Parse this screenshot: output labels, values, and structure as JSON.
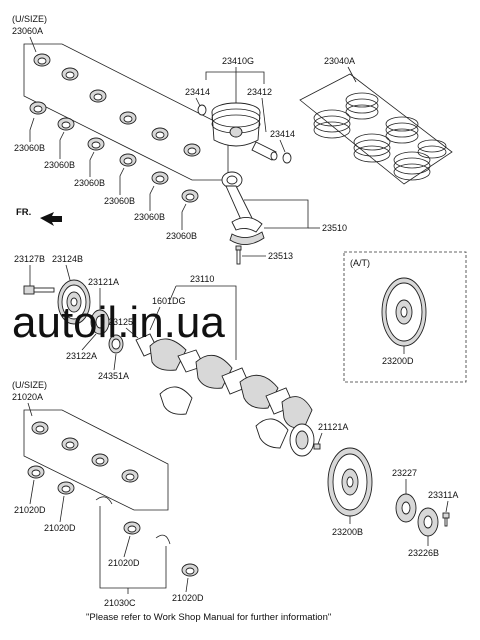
{
  "watermark": "autoil.in.ua",
  "footer_note": "\"Please refer to Work Shop Manual for further information\"",
  "direction_label": "FR.",
  "sections": {
    "upper_size": "(U/SIZE)",
    "lower_size": "(U/SIZE)",
    "auto_trans": "(A/T)"
  },
  "labels": {
    "p23060A": "23060A",
    "p23060B_1": "23060B",
    "p23060B_2": "23060B",
    "p23060B_3": "23060B",
    "p23060B_4": "23060B",
    "p23060B_5": "23060B",
    "p23060B_6": "23060B",
    "p23410G": "23410G",
    "p23414_1": "23414",
    "p23412": "23412",
    "p23414_2": "23414",
    "p23040A": "23040A",
    "p23510": "23510",
    "p23513": "23513",
    "p23127B": "23127B",
    "p23124B": "23124B",
    "p23121A": "23121A",
    "p23110": "23110",
    "p1601DG": "1601DG",
    "p23125": "23125",
    "p23122A": "23122A",
    "p24351A": "24351A",
    "p23200D": "23200D",
    "p21020A": "21020A",
    "p21020D_1": "21020D",
    "p21020D_2": "21020D",
    "p21020D_3": "21020D",
    "p21020D_4": "21020D",
    "p21030C": "21030C",
    "p21121A": "21121A",
    "p23227": "23227",
    "p23311A": "23311A",
    "p23200B": "23200B",
    "p23226B": "23226B"
  },
  "icons": {
    "bearing": "bearing-shell-icon",
    "ring": "piston-ring-icon",
    "piston": "piston-icon",
    "rod": "connecting-rod-icon",
    "pulley": "damper-pulley-icon",
    "crank": "crankshaft-icon",
    "flywheel": "flywheel-icon",
    "driveplate": "drive-plate-icon",
    "arrow": "front-arrow-icon"
  }
}
